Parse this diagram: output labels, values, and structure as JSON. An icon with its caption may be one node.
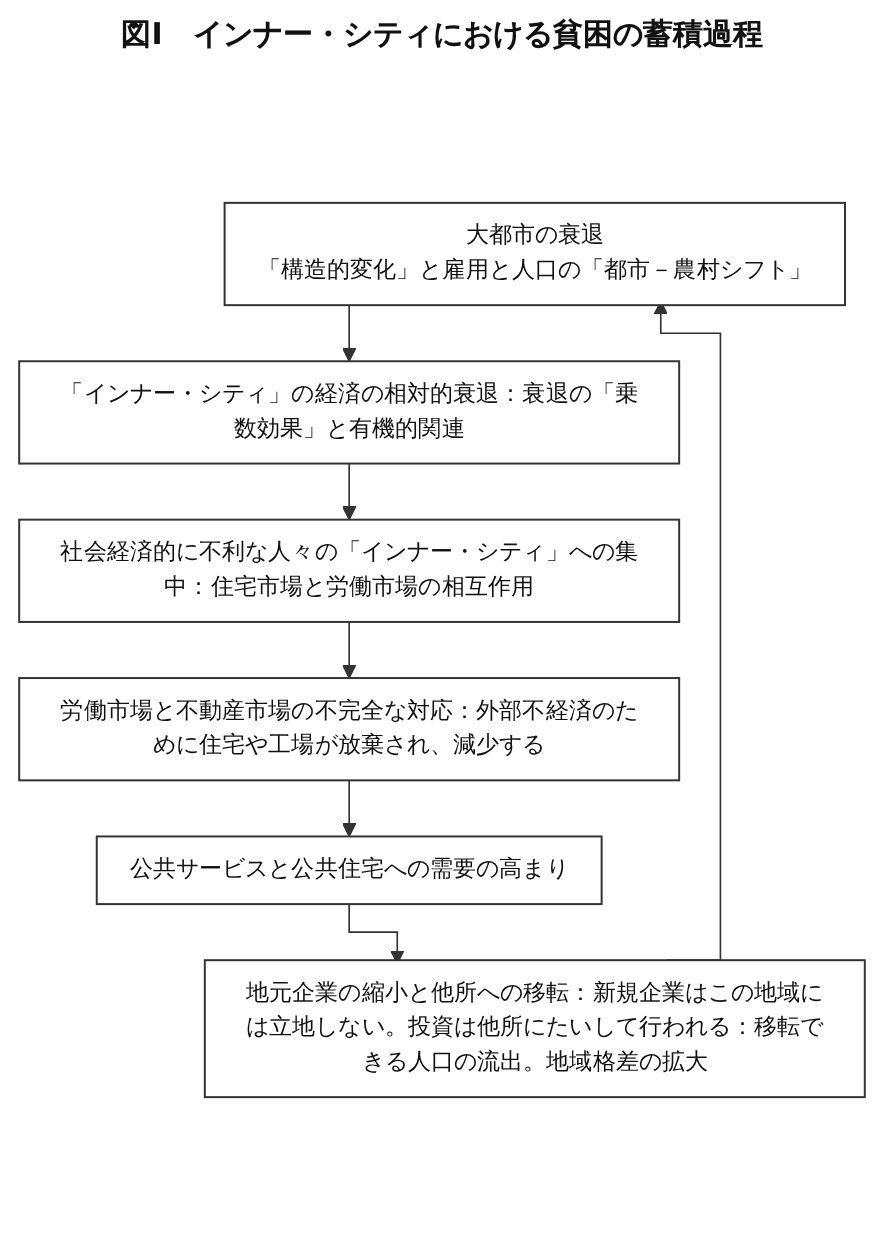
{
  "diagram": {
    "title": "図Ⅰ　インナー・シティにおける貧困の蓄積過程",
    "nodes": [
      {
        "text": [
          "大都市の衰退",
          "「構造的変化」と雇用と人口の「都市－農村シフト」"
        ]
      },
      {
        "text": [
          "「インナー・シティ」の経済の相対的衰退：衰退の「乗数効果」と有機的関連"
        ]
      },
      {
        "text": [
          "社会経済的に不利な人々の「インナー・シティ」への集中：住宅市場と労働市場の相互作用"
        ]
      },
      {
        "text": [
          "労働市場と不動産市場の不完全な対応：外部不経済のために住宅や工場が放棄され、減少する"
        ]
      },
      {
        "text": [
          "公共サービスと公共住宅への需要の高まり"
        ]
      },
      {
        "text": [
          "地元企業の縮小と他所への移転：新規企業はこの地域には立地しない。投資は他所にたいして行われる：移転できる人口の流出。地域格差の拡大"
        ]
      }
    ],
    "edges": [
      {
        "from": 0,
        "to": 1,
        "arrow": "to"
      },
      {
        "from": 1,
        "to": 2,
        "arrow": "to"
      },
      {
        "from": 2,
        "to": 3,
        "arrow": "to"
      },
      {
        "from": 3,
        "to": 4,
        "arrow": "to"
      },
      {
        "from": 4,
        "to": 5,
        "arrow": "to"
      },
      {
        "from": 5,
        "to": 0,
        "arrow": "to"
      }
    ]
  }
}
